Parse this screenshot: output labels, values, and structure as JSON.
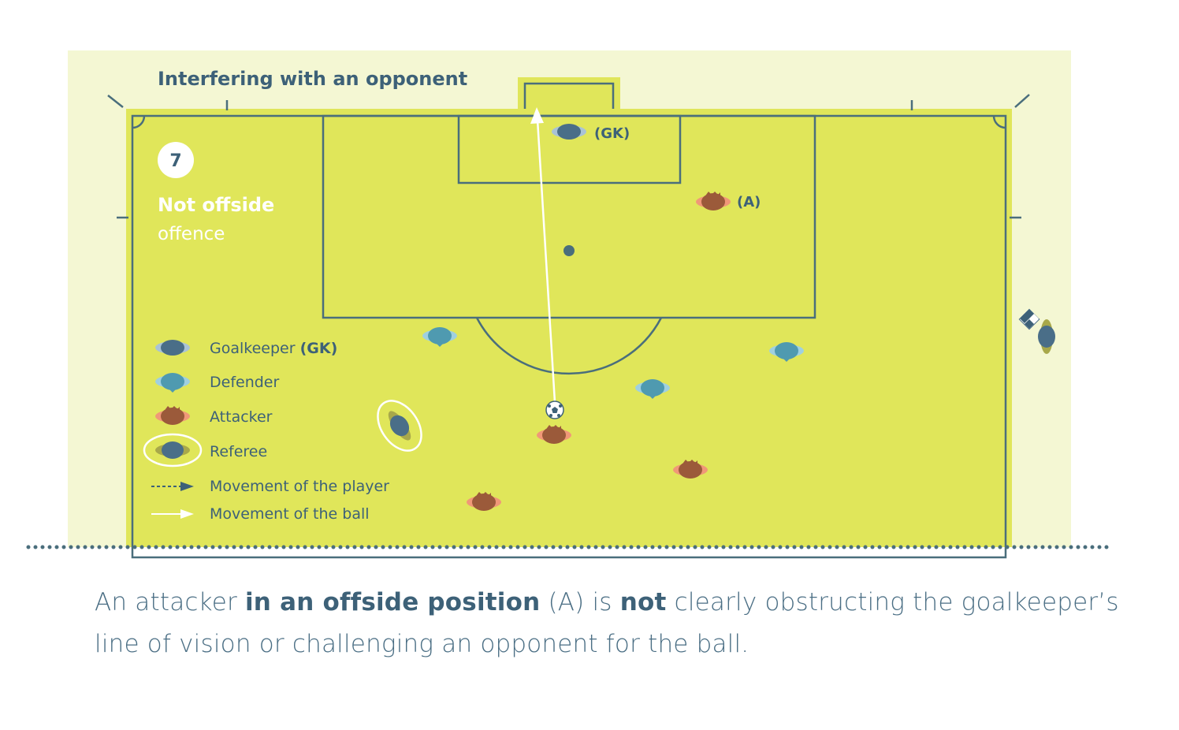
{
  "title": "Interfering with an opponent",
  "scenario": {
    "number": "7",
    "verdict": "Not offside",
    "verdict_sub": "offence"
  },
  "labels": {
    "goalkeeper": "(GK)",
    "attacker_a": "(A)"
  },
  "legend": {
    "goalkeeper_prefix": "Goalkeeper",
    "goalkeeper_suffix": "(GK)",
    "defender": "Defender",
    "attacker": "Attacker",
    "referee": "Referee",
    "movement_player": "Movement of the player",
    "movement_ball": "Movement of the ball"
  },
  "caption": {
    "p1": "An attacker ",
    "b1": "in an offside position",
    "p2": " (A) is ",
    "b2": "not",
    "p3": " clearly obstructing the goalkeeper’s line of vision or challenging an opponent for the ball."
  },
  "colors": {
    "background_panel": "#f4f7d3",
    "pitch": "#e0e65a",
    "lines": "#4a6e7c",
    "goalkeeper": "#4a6e88",
    "defender": "#4f9ab0",
    "attacker": "#9b5a3a",
    "text_dark": "#3d6178",
    "text_white": "#ffffff"
  }
}
